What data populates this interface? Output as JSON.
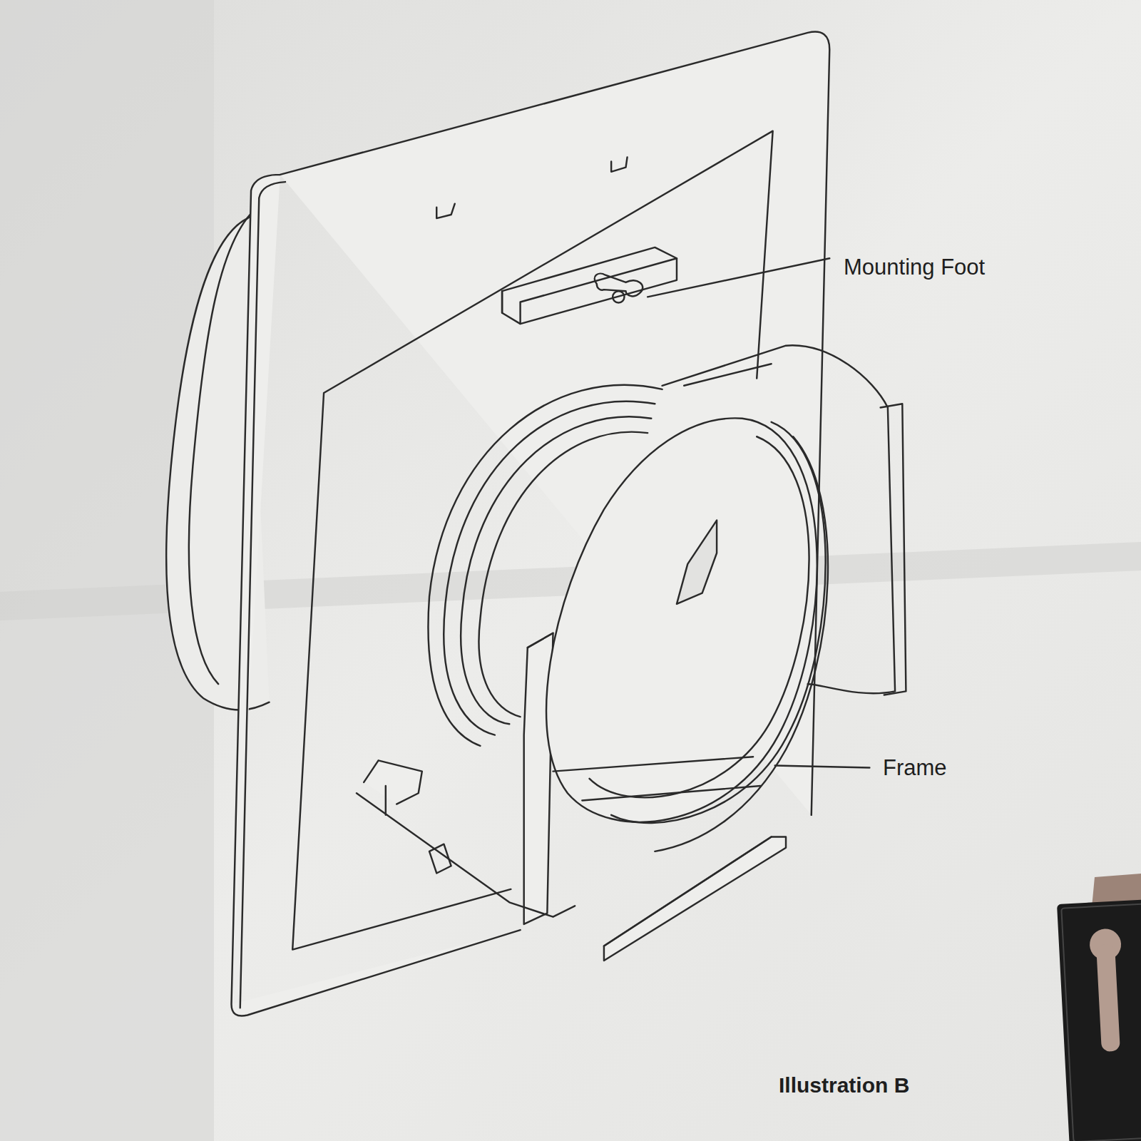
{
  "diagram": {
    "labels": [
      "Mounting Foot",
      "Frame",
      "Illustration B"
    ]
  }
}
